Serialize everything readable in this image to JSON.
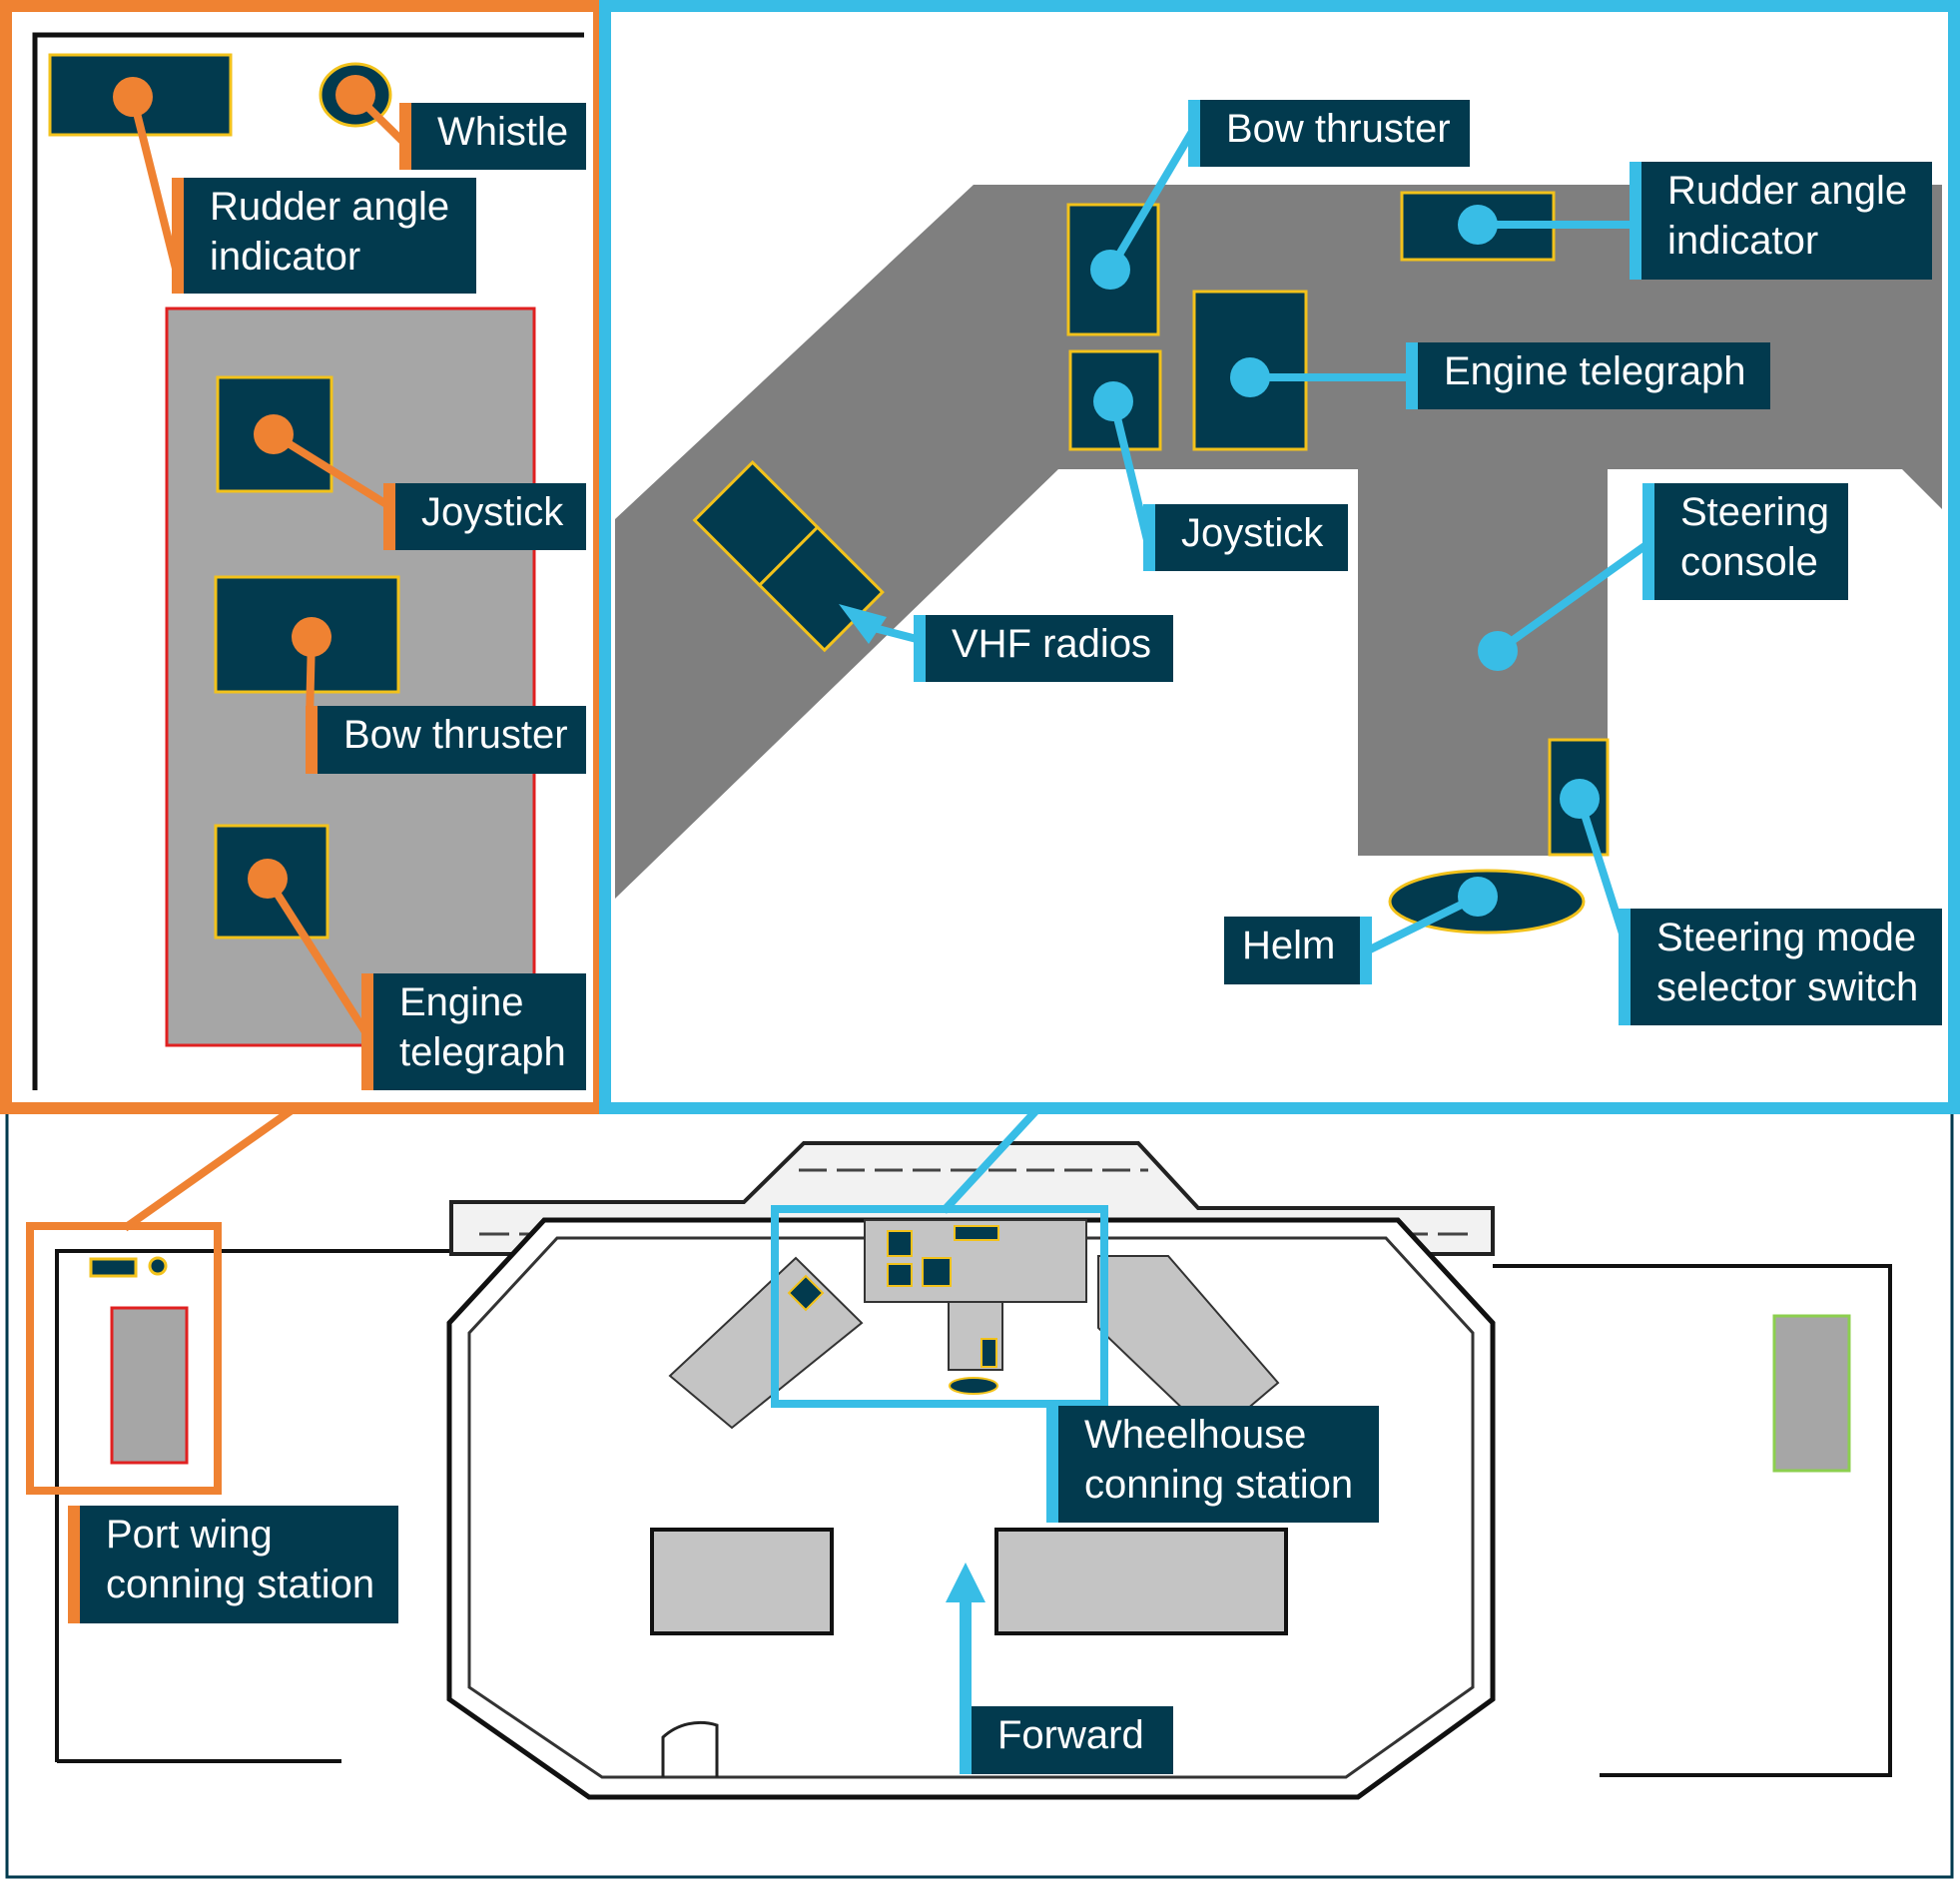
{
  "colors": {
    "orange": "#ef8232",
    "blue": "#38bde6",
    "navy": "#023a4e",
    "yellow": "#f2c21b",
    "console_grey": "#7f7f7f",
    "light_grey": "#a6a6a6",
    "red_outline": "#e02020",
    "green_outline": "#8ccf4f"
  },
  "port_wing_inset": {
    "labels": {
      "whistle": "Whistle",
      "rudder_angle_indicator_1": "Rudder angle",
      "rudder_angle_indicator_2": "indicator",
      "joystick": "Joystick",
      "bow_thruster": "Bow thruster",
      "engine_telegraph_1": "Engine",
      "engine_telegraph_2": "telegraph"
    }
  },
  "wheelhouse_inset": {
    "labels": {
      "bow_thruster": "Bow thruster",
      "rudder_angle_indicator_1": "Rudder angle",
      "rudder_angle_indicator_2": "indicator",
      "engine_telegraph": "Engine telegraph",
      "joystick": "Joystick",
      "steering_console_1": "Steering",
      "steering_console_2": "console",
      "vhf_radios": "VHF radios",
      "helm": "Helm",
      "steering_mode_selector_switch_1": "Steering mode",
      "steering_mode_selector_switch_2": "selector switch"
    }
  },
  "bridge_plan": {
    "labels": {
      "wheelhouse_conning_station_1": "Wheelhouse",
      "wheelhouse_conning_station_2": "conning station",
      "port_wing_conning_station_1": "Port wing",
      "port_wing_conning_station_2": "conning station",
      "forward": "Forward"
    }
  }
}
